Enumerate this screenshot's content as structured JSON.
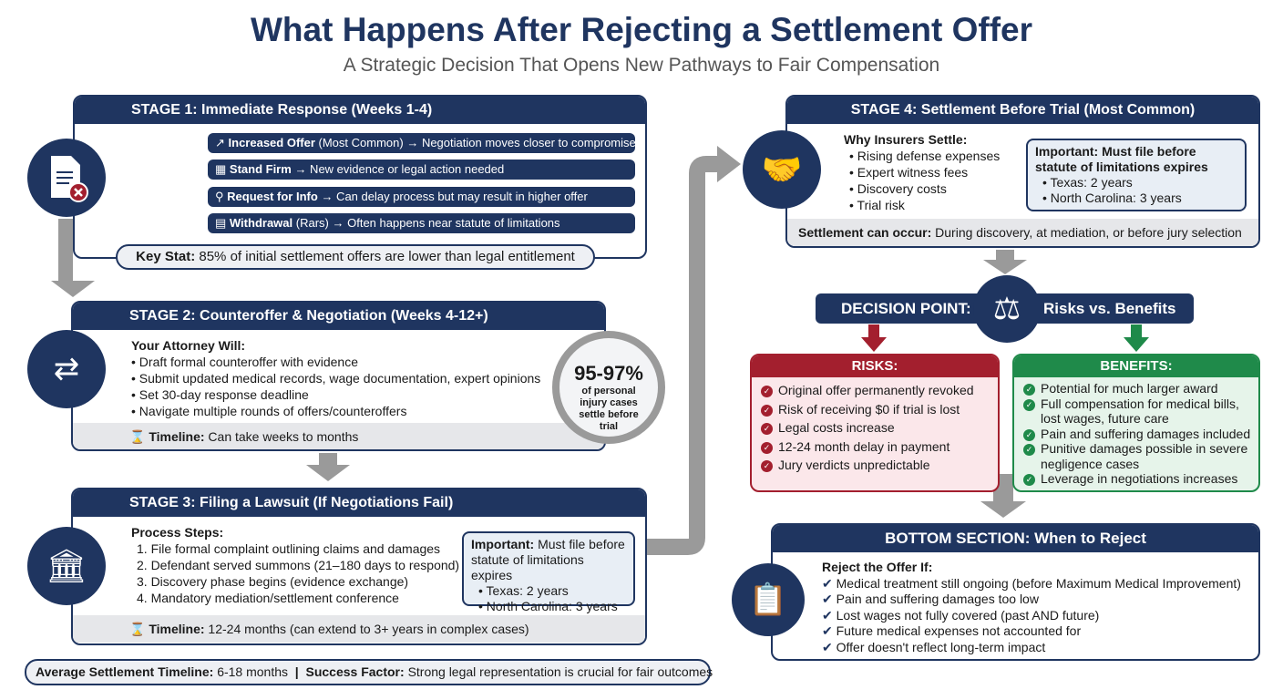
{
  "title": "What Happens After Rejecting a Settlement Offer",
  "subtitle": "A Strategic Decision That Opens New Pathways to Fair Compensation",
  "colors": {
    "navy": "#1f3560",
    "red": "#a31f2e",
    "green": "#1f8a4a",
    "arrow": "#9a9a9a"
  },
  "stage1": {
    "header": "STAGE 1: Immediate Response (Weeks 1-4)",
    "icon": "rejected-document-icon",
    "items": [
      {
        "icon": "trend-up-icon",
        "label": "Increased Offer",
        "paren": "(Most Common)",
        "text": "→ Negotiation moves closer to compromise"
      },
      {
        "icon": "wall-icon",
        "label": "Stand Firm",
        "paren": "",
        "text": "→ New evidence or legal action needed"
      },
      {
        "icon": "search-icon",
        "label": "Request for Info",
        "paren": "",
        "text": "→ Can delay process but may result in higher offer"
      },
      {
        "icon": "document-icon",
        "label": "Withdrawal",
        "paren": "(Rars)",
        "text": "→ Often happens near statute of limitations"
      }
    ],
    "key_stat_label": "Key Stat:",
    "key_stat": "85% of initial settlement offers are lower than legal entitlement"
  },
  "stage2": {
    "header": "STAGE 2: Counteroffer & Negotiation (Weeks 4-12+)",
    "icon": "exchange-documents-icon",
    "subhead": "Your Attorney Will:",
    "items": [
      "Draft formal counteroffer with evidence",
      "Submit updated medical records, wage documentation, expert opinions",
      "Set 30-day response deadline",
      "Navigate multiple rounds of offers/counteroffers"
    ],
    "timeline_label": "Timeline:",
    "timeline": "Can take weeks to months",
    "stat_value": "95-97%",
    "stat_text": "of personal injury cases settle before trial"
  },
  "stage3": {
    "header": "STAGE 3: Filing a Lawsuit (If Negotiations Fail)",
    "icon": "courthouse-gavel-icon",
    "subhead": "Process Steps:",
    "items": [
      "1. File formal complaint outlining claims and damages",
      "2. Defendant served summons (21–180 days to respond)",
      "3. Discovery phase begins (evidence exchange)",
      "4. Mandatory mediation/settlement conference"
    ],
    "important_label": "Important:",
    "important": "Must file before statute of limitations expires",
    "important_items": [
      "Texas: 2 years",
      "North Carolina: 3 years"
    ],
    "timeline_label": "Timeline:",
    "timeline": "12-24 months (can extend to 3+ years in complex cases)"
  },
  "footer": {
    "avg_label": "Average Settlement Timeline:",
    "avg": "6-18 months",
    "sep": "|",
    "success_label": "Success Factor:",
    "success": "Strong legal representation is crucial for fair outcomes"
  },
  "stage4": {
    "header": "STAGE 4: Settlement Before Trial (Most Common)",
    "icon": "handshake-icon",
    "subhead": "Why Insurers Settle:",
    "items": [
      "Rising defense expenses",
      "Expert witness fees",
      "Discovery costs",
      "Trial risk"
    ],
    "important": "Important: Must file before statute of limitations expires",
    "important_items": [
      "Texas: 2 years",
      "North Carolina: 3 years"
    ],
    "occur_label": "Settlement can occur:",
    "occur": "During discovery, at mediation, or before jury selection"
  },
  "decision": {
    "left": "DECISION POINT:",
    "right": "Risks vs. Benefits",
    "icon": "scales-icon"
  },
  "risks": {
    "header": "RISKS:",
    "items": [
      "Original offer permanently revoked",
      "Risk of receiving $0 if trial is lost",
      "Legal costs increase",
      "12-24 month delay in payment",
      "Jury verdicts unpredictable"
    ]
  },
  "benefits": {
    "header": "BENEFITS:",
    "items": [
      "Potential for much larger award",
      "Full compensation for medical bills, lost wages, future care",
      "Pain and suffering damages included",
      "Punitive damages possible in severe negligence cases",
      "Leverage in negotiations increases"
    ]
  },
  "bottom": {
    "header": "BOTTOM SECTION: When to Reject",
    "icon": "clipboard-check-icon",
    "subhead": "Reject the Offer If:",
    "items": [
      "Medical treatment still ongoing (before Maximum Medical Improvement)",
      "Pain and suffering damages too low",
      "Lost wages not fully covered (past AND future)",
      "Future medical expenses not accounted for",
      "Offer doesn't reflect long-term impact"
    ]
  }
}
